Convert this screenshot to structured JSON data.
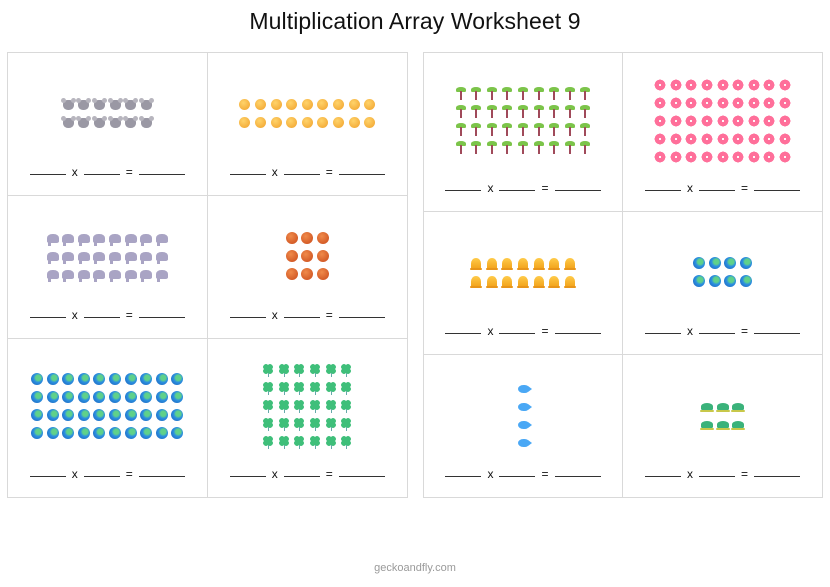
{
  "title": "Multiplication Array Worksheet 9",
  "footer": "geckoandfly.com",
  "equation": {
    "times": "x",
    "equals": "="
  },
  "colors": {
    "border": "#d9d9d9",
    "text": "#111111",
    "footer": "#9a9a9a"
  },
  "panels": [
    {
      "side": "left",
      "cells": [
        {
          "item": "koala",
          "rows": 2,
          "cols": 6
        },
        {
          "item": "smiley-face",
          "rows": 2,
          "cols": 9
        },
        {
          "item": "elephant",
          "rows": 3,
          "cols": 8
        },
        {
          "item": "basketball",
          "rows": 3,
          "cols": 3
        },
        {
          "item": "globe",
          "rows": 4,
          "cols": 10
        },
        {
          "item": "four-leaf-clover",
          "rows": 5,
          "cols": 6
        }
      ]
    },
    {
      "side": "right",
      "cells": [
        {
          "item": "palm-tree",
          "rows": 4,
          "cols": 9
        },
        {
          "item": "cherry-blossom",
          "rows": 5,
          "cols": 9
        },
        {
          "item": "bell",
          "rows": 2,
          "cols": 7
        },
        {
          "item": "globe",
          "rows": 2,
          "cols": 4
        },
        {
          "item": "fish",
          "rows": 4,
          "cols": 1
        },
        {
          "item": "turtle",
          "rows": 2,
          "cols": 3
        }
      ]
    }
  ]
}
